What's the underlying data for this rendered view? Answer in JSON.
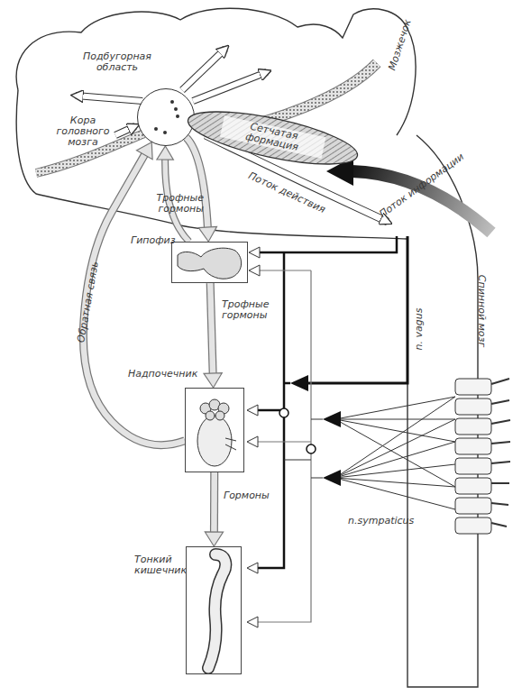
{
  "diagram": {
    "nodes": [
      {
        "text": [
          "Подбугорная область"
        ]
      },
      {
        "text": [
          "Сетчатая формация"
        ]
      },
      {
        "text": [
          "Гипофиз"
        ]
      },
      {
        "text": [
          "Надпочечник"
        ]
      },
      {
        "text": [
          "Тонкий кишечник"
        ]
      }
    ],
    "edges": [
      {
        "from": 0,
        "to": 2,
        "label": "Трофные гормоны",
        "arrow": "to"
      },
      {
        "from": 2,
        "to": 3,
        "label": "Трофные гормоны",
        "arrow": "to"
      },
      {
        "from": 3,
        "to": 4,
        "label": "Гормоны",
        "arrow": "to"
      },
      {
        "from": 3,
        "to": 0,
        "label": "Обратная связь",
        "arrow": "to"
      },
      {
        "from": 2,
        "to": 0,
        "arrow": "to"
      },
      {
        "from": 1,
        "to": 0,
        "arrow": "to"
      }
    ],
    "labels": [
      "Кора головного мозга",
      "Мозжечок",
      "Поток информации",
      "Поток действия",
      "Спинной мозг",
      "n. vagus",
      "n.sympaticus"
    ]
  }
}
